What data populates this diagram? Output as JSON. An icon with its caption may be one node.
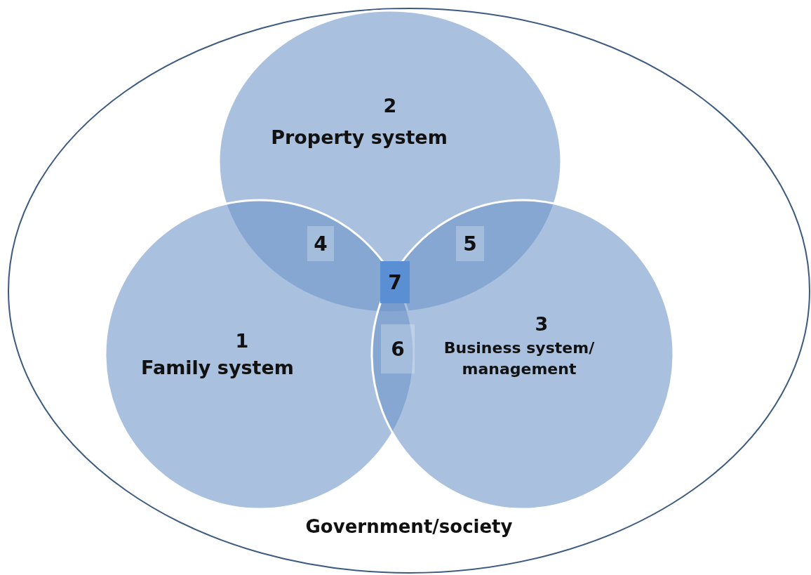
{
  "diagram": {
    "nodes": [
      {
        "text": [
          "Government/society"
        ]
      },
      {
        "text": [
          "2",
          "Property system"
        ],
        "in": 0
      },
      {
        "text": [
          "1",
          "Family system"
        ],
        "in": 0
      },
      {
        "text": [
          "3",
          "Business system/ management"
        ],
        "in": 0
      },
      {
        "text": [
          "4"
        ]
      },
      {
        "text": [
          "5"
        ]
      },
      {
        "text": [
          "7"
        ]
      },
      {
        "text": [
          "6"
        ]
      }
    ],
    "edges": []
  }
}
